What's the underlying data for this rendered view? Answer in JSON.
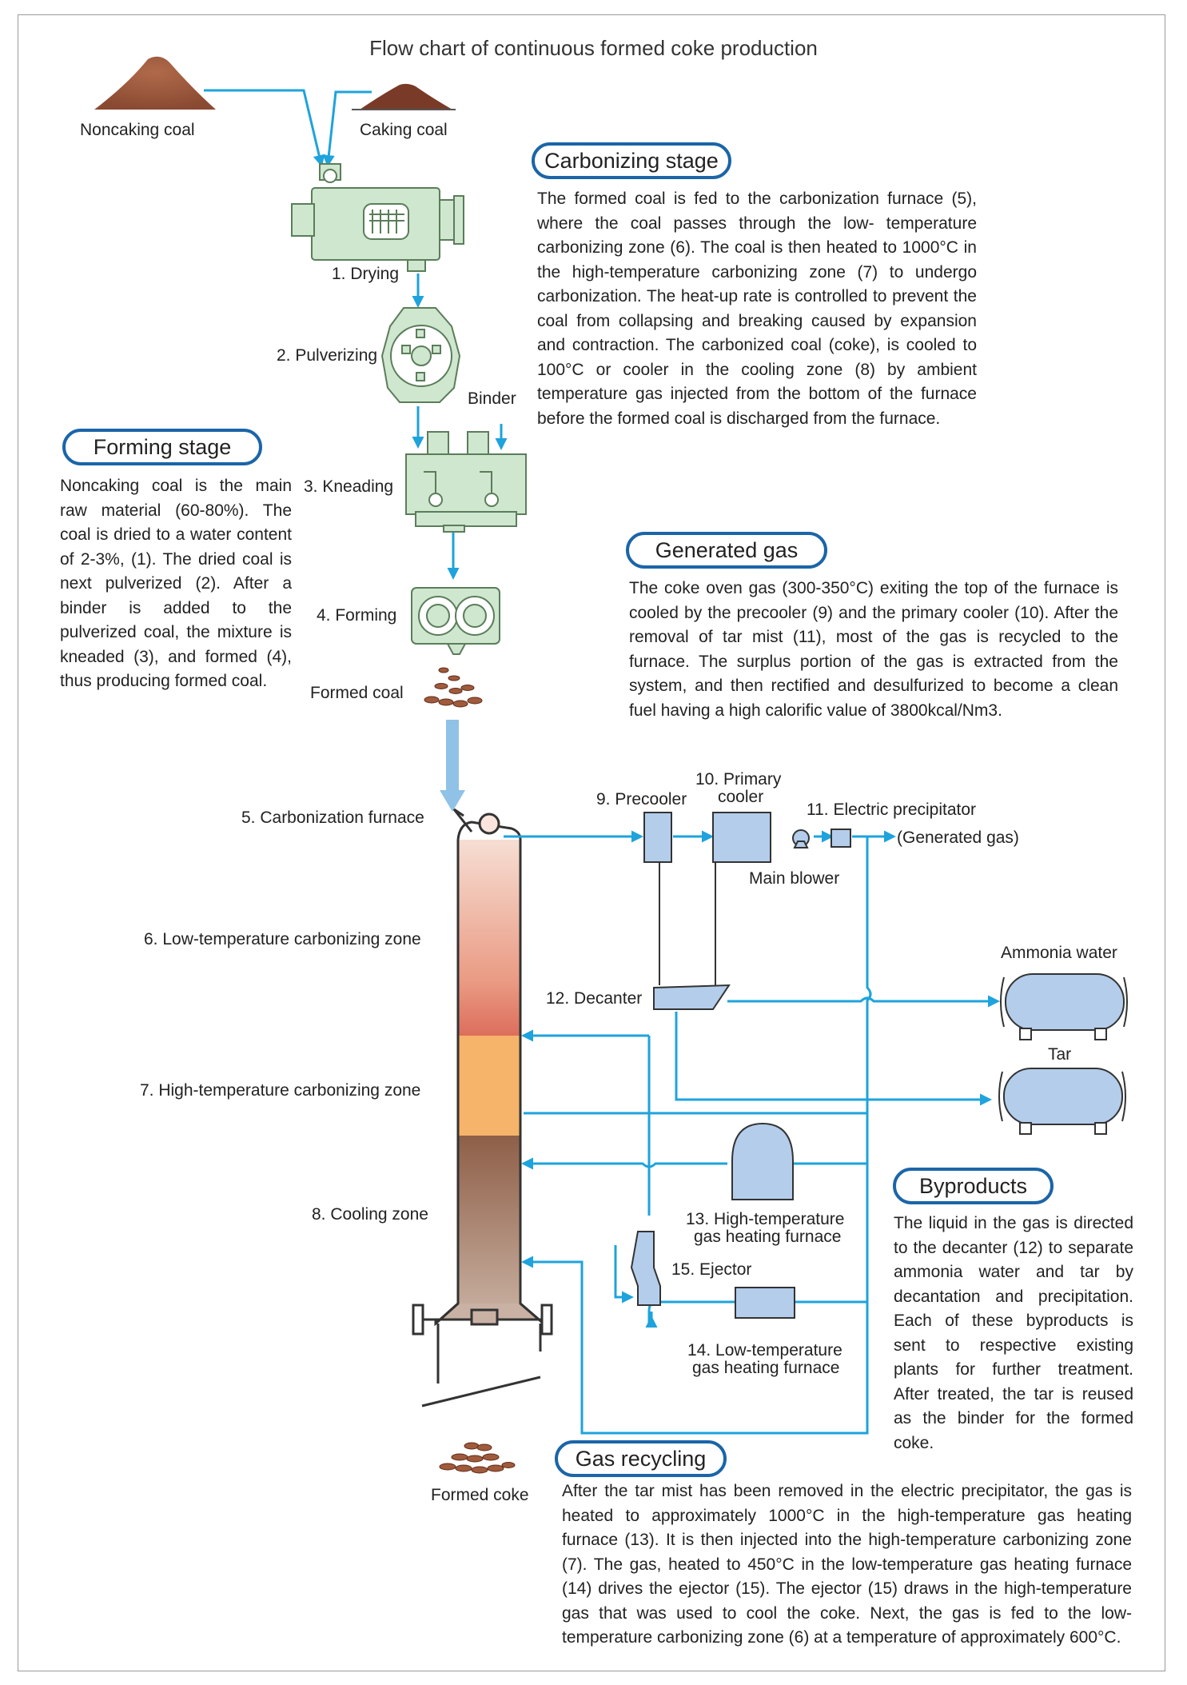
{
  "title": "Flow chart of continuous formed coke production",
  "materials": {
    "noncaking_coal": "Noncaking coal",
    "caking_coal": "Caking coal",
    "binder": "Binder",
    "formed_coal": "Formed coal",
    "formed_coke": "Formed coke"
  },
  "steps": {
    "drying": "1. Drying",
    "pulverizing": "2. Pulverizing",
    "kneading": "3. Kneading",
    "forming": "4. Forming",
    "furnace": "5. Carbonization furnace",
    "low_zone": "6. Low-temperature carbonizing zone",
    "high_zone": "7. High-temperature carbonizing zone",
    "cooling_zone": "8. Cooling zone",
    "precooler": "9. Precooler",
    "primary_cooler_line1": "10. Primary",
    "primary_cooler_line2": "cooler",
    "precipitator": "11. Electric precipitator",
    "main_blower": "Main blower",
    "generated_gas": "(Generated gas)",
    "decanter": "12. Decanter",
    "ammonia_water": "Ammonia water",
    "tar": "Tar",
    "high_heater_line1": "13. High-temperature",
    "high_heater_line2": "gas heating furnace",
    "ejector": "15. Ejector",
    "low_heater_line1": "14. Low-temperature",
    "low_heater_line2": "gas heating furnace"
  },
  "sections": {
    "carbonizing": {
      "heading": "Carbonizing stage",
      "body": "The formed coal is fed to the carbonization furnace (5), where the coal passes through the low- temperature carbonizing zone (6). The coal is then heated to 1000°C in the high-temperature carbonizing zone (7) to undergo carbonization. The heat-up rate is controlled to prevent the coal from collapsing and breaking caused by expansion and contraction. The carbonized coal (coke), is cooled to 100°C or cooler in the cooling zone (8) by ambient temperature gas injected from the bottom of the furnace before the formed coal is discharged from the furnace."
    },
    "forming": {
      "heading": "Forming stage",
      "body": "Noncaking coal is the main raw material (60-80%). The coal is dried to a water content of 2-3%, (1). The dried coal is next pulverized (2). After a binder is added to the pulverized coal, the mixture is kneaded (3), and formed (4), thus producing formed coal."
    },
    "generated_gas": {
      "heading": "Generated gas",
      "body": "The coke oven gas (300-350°C) exiting the top of the furnace is cooled by the precooler (9) and the primary cooler (10). After the removal of tar mist (11), most of the gas is recycled to the furnace. The surplus portion of the gas is extracted from the system, and then rectified and desulfurized to become a clean fuel having a high calorific value of 3800kcal/Nm3."
    },
    "byproducts": {
      "heading": "Byproducts",
      "body": "The liquid in the gas is directed to the decanter (12) to separate ammonia water and tar by decantation and precipitation. Each of these byproducts is sent to respective existing plants for further treatment. After treated, the tar is reused as the binder for the formed coke."
    },
    "gas_recycling": {
      "heading": "Gas recycling",
      "body": "After the tar mist has been removed in the electric precipitator, the gas is heated to approximately 1000°C in the high-temperature gas heating furnace (13). It is then injected into the high-temperature carbonizing zone (7). The gas, heated to 450°C in the low-temperature gas heating furnace (14) drives the ejector (15). The ejector (15) draws in the high-temperature gas that was used to cool the coke. Next, the gas is fed to the low-temperature carbonizing zone (6) at a temperature of approximately 600°C."
    }
  },
  "colors": {
    "flow_line": "#1ea3dc",
    "heading_border": "#1b65a8",
    "equipment_green": "#cfe6cf",
    "equipment_blue": "#b3cdeb",
    "coal_brown": "#a05a3c"
  }
}
